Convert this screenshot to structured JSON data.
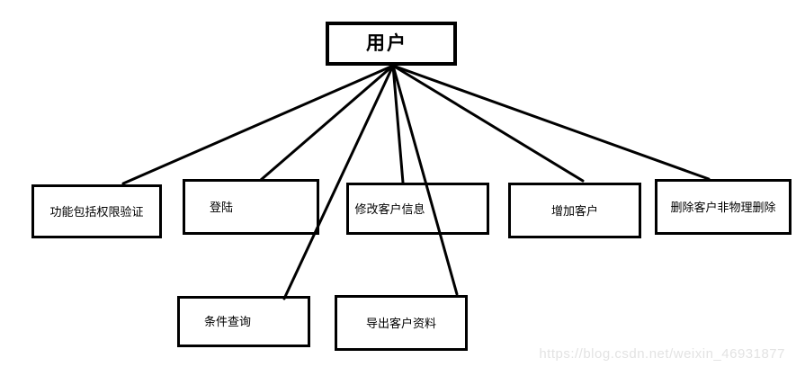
{
  "diagram": {
    "title": "user function tree",
    "root": {
      "id": "user",
      "label": "用户"
    },
    "children": [
      {
        "id": "permission-check",
        "label": "功能包括权限验证"
      },
      {
        "id": "login",
        "label": "登陆"
      },
      {
        "id": "modify-customer",
        "label": "修改客户信息"
      },
      {
        "id": "add-customer",
        "label": "增加客户"
      },
      {
        "id": "delete-customer",
        "label": "删除客户非物理删除"
      },
      {
        "id": "conditional-query",
        "label": "条件查询"
      },
      {
        "id": "export-customer",
        "label": "导出客户资料"
      }
    ],
    "colors": {
      "line": "#000000",
      "box_border": "#000000",
      "box_fill": "#ffffff",
      "background": "#ffffff",
      "watermark_text": "#e3e3e3"
    }
  },
  "watermark": {
    "text": "https://blog.csdn.net/weixin_46931877"
  }
}
